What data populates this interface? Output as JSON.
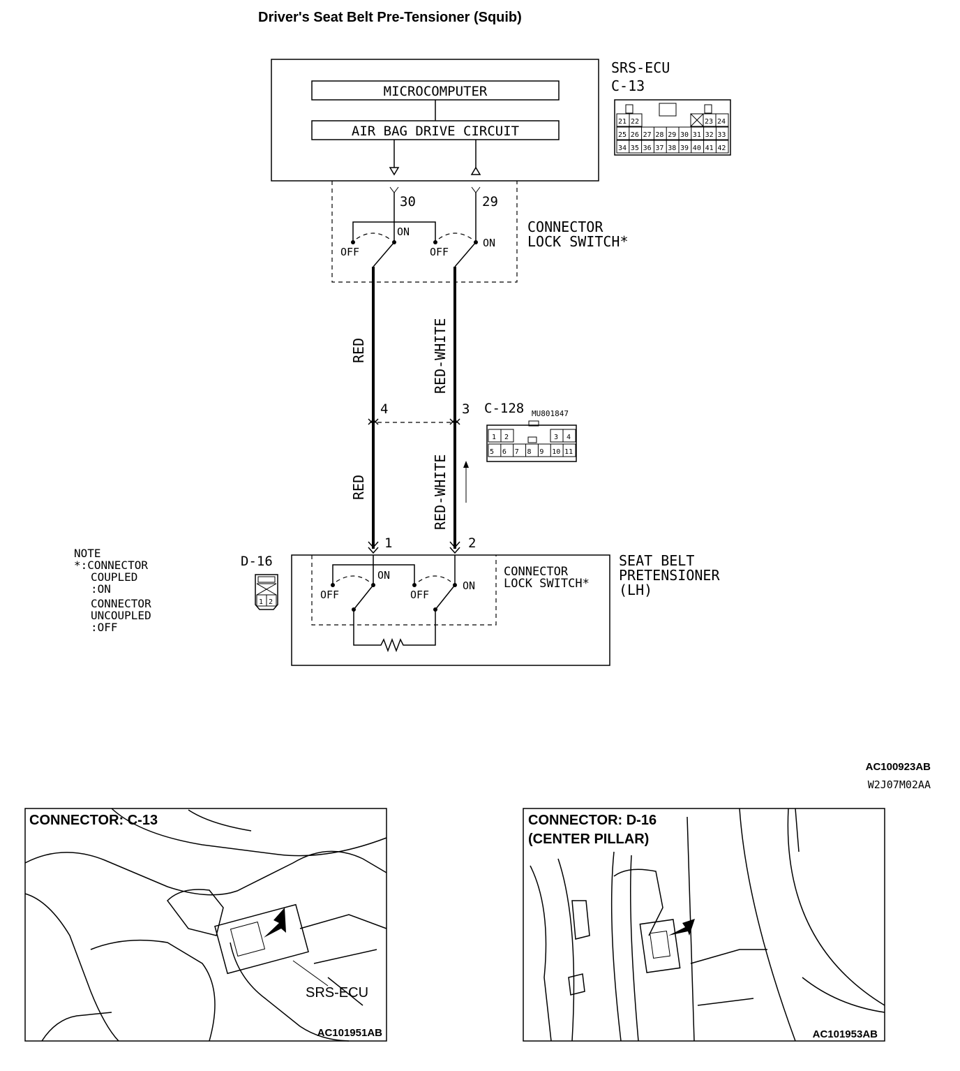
{
  "title": "Driver's Seat Belt Pre-Tensioner (Squib)",
  "ecu": {
    "name": "SRS-ECU",
    "connector": "C-13",
    "microcomputer": "MICROCOMPUTER",
    "drive_circuit": "AIR BAG DRIVE CIRCUIT",
    "pins": [
      "21",
      "22",
      "23",
      "24",
      "25",
      "26",
      "27",
      "28",
      "29",
      "30",
      "31",
      "32",
      "33",
      "34",
      "35",
      "36",
      "37",
      "38",
      "39",
      "40",
      "41",
      "42"
    ]
  },
  "lock_switch_upper": {
    "label_line1": "CONNECTOR",
    "label_line2": "LOCK SWITCH*",
    "pin_left": "30",
    "pin_right": "29",
    "on": "ON",
    "off": "OFF"
  },
  "wires": {
    "left_upper": "RED",
    "right_upper": "RED-WHITE",
    "left_lower": "RED",
    "right_lower": "RED-WHITE"
  },
  "junction": {
    "connector": "C-128",
    "part_no": "MU801847",
    "pin_left": "4",
    "pin_right": "3",
    "pins": [
      "1",
      "2",
      "3",
      "4",
      "5",
      "6",
      "7",
      "8",
      "9",
      "10",
      "11"
    ]
  },
  "pretensioner": {
    "connector": "D-16",
    "pin_left": "1",
    "pin_right": "2",
    "switch_line1": "CONNECTOR",
    "switch_line2": "LOCK SWITCH*",
    "name_line1": "SEAT BELT",
    "name_line2": "PRETENSIONER",
    "name_line3": "(LH)",
    "pins": [
      "1",
      "2"
    ],
    "on": "ON",
    "off": "OFF"
  },
  "note": {
    "line1": "NOTE",
    "line2": "*:CONNECTOR",
    "line3": "COUPLED",
    "line4": ":ON",
    "line5": "CONNECTOR",
    "line6": "UNCOUPLED",
    "line7": ":OFF"
  },
  "codes": {
    "diagram_id": "AC100923AB",
    "sub_id": "W2J07M02AA"
  },
  "photo_left": {
    "title": "CONNECTOR: C-13",
    "callout": "SRS-ECU",
    "id": "AC101951AB"
  },
  "photo_right": {
    "title_line1": "CONNECTOR: D-16",
    "title_line2": "(CENTER PILLAR)",
    "id": "AC101953AB"
  }
}
